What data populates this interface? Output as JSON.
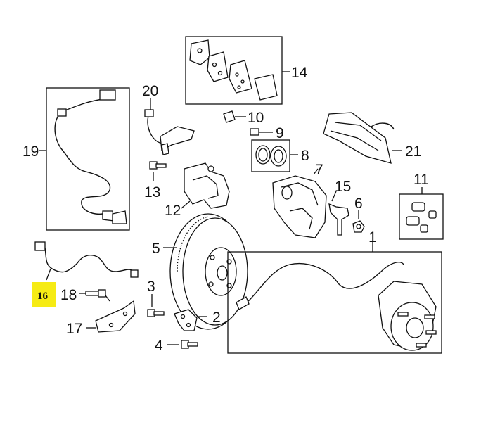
{
  "highlight_color": "#f6eb14",
  "callouts": {
    "c1": "1",
    "c2": "2",
    "c3": "3",
    "c4": "4",
    "c5": "5",
    "c6": "6",
    "c7": "7",
    "c8": "8",
    "c9": "9",
    "c10": "10",
    "c11": "11",
    "c12": "12",
    "c13": "13",
    "c14": "14",
    "c15": "15",
    "c16": "16",
    "c17": "17",
    "c18": "18",
    "c19": "19",
    "c20": "20",
    "c21": "21"
  }
}
